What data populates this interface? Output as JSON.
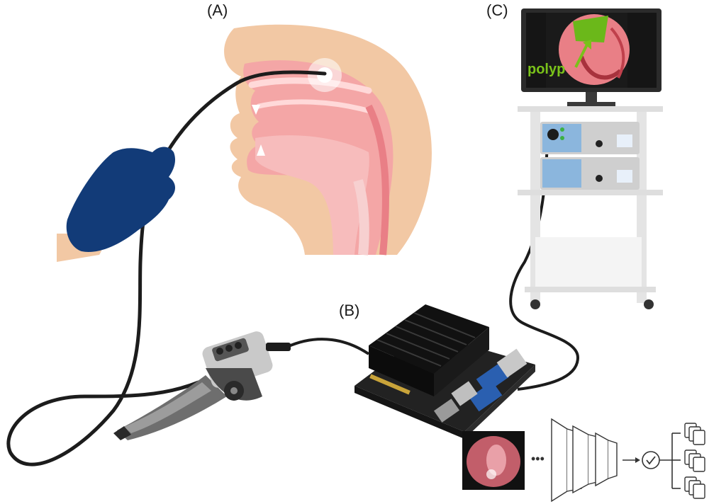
{
  "labels": {
    "panel_a": "(A)",
    "panel_b": "(B)",
    "panel_c": "(C)",
    "polyp": "polyp"
  },
  "colors": {
    "skin": "#f2c8a4",
    "tissue": "#f4a6a6",
    "tissue_dark": "#e97f86",
    "glove": "#123b78",
    "cable": "#1c1c1c",
    "board": "#222222",
    "heatsink": "#111111",
    "polyp_mask": "#6bb81a",
    "monitor": "#2b2b2b",
    "cart": "#e9e9e9"
  },
  "icons": [
    "hand-glove-icon",
    "endoscope-handle-icon",
    "jetson-board-icon",
    "monitor-icon",
    "cart-icon",
    "neural-network-icon",
    "check-circle-icon",
    "document-stack-icon"
  ]
}
